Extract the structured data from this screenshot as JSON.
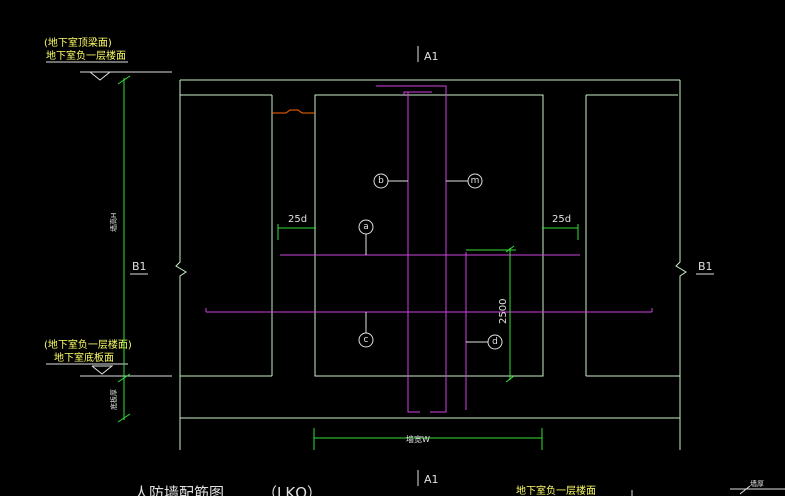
{
  "section_labels": {
    "top_cut": "A1",
    "bottom_cut": "A1",
    "left_cut": "B1",
    "right_cut": "B1"
  },
  "level_labels": {
    "top_line1": "(地下室顶梁面)",
    "top_line2": "地下室负一层楼面",
    "mid_line1": "(地下室负一层楼面)",
    "mid_line2": "地下室底板面",
    "bottom_right": "地下室负一层楼面"
  },
  "dimensions": {
    "left_anchor": "25d",
    "right_anchor": "25d",
    "height": "2500",
    "bottom_width": "墙宽W",
    "left_vertical_1": "墙高H",
    "left_vertical_2": "底板厚"
  },
  "rebar_marks": [
    "a",
    "b",
    "c",
    "d",
    "m"
  ],
  "title_partial": "人防墙配筋图",
  "title_code_partial": "（LKQ）",
  "bottom_right_tag": "墙厚",
  "colors": {
    "background": "#000000",
    "wall": "#c8f0c8",
    "dimension": "#35e035",
    "rebar": "#d040e0",
    "annotation": "#e0e0e0",
    "highlight": "#ff6a00",
    "level_text": "#ffff66"
  }
}
